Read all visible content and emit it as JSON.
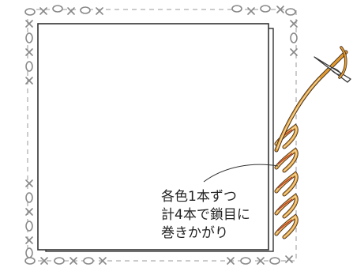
{
  "annotation": {
    "lines": [
      "各色1本ずつ",
      "計4本で鎖目に",
      "巻きかがり"
    ]
  },
  "colors": {
    "outline": "#333333",
    "border_pattern": "#888888",
    "yarn_orange": "#e39a2e",
    "yarn_cream": "#f3dfae",
    "yarn_red": "#b7322a",
    "yarn_dark": "#3a2a20"
  },
  "icons": {
    "needle": "sewing-needle-icon",
    "border_marks": "cross-and-circle-stitch-pattern"
  }
}
